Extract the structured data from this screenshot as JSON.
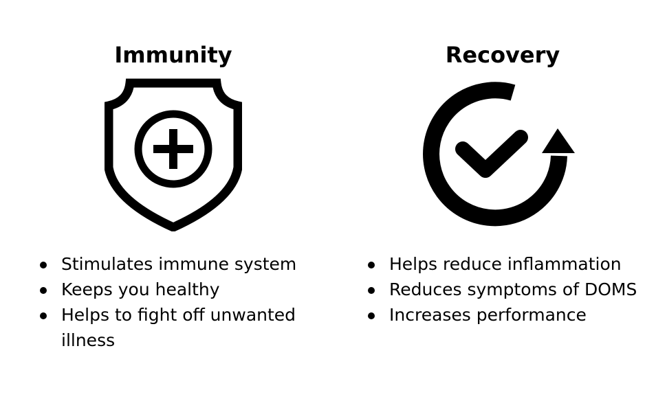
{
  "colors": {
    "ink": "#000000",
    "background": "#ffffff"
  },
  "immunity": {
    "title": "Immunity",
    "icon": "shield-plus-icon",
    "items": [
      "Stimulates immune system",
      "Keeps you healthy",
      "Helps to fight off unwanted illness"
    ]
  },
  "recovery": {
    "title": "Recovery",
    "icon": "circular-arrow-check-icon",
    "items": [
      "Helps reduce inflammation",
      "Reduces symptoms of DOMS",
      "Increases performance"
    ]
  }
}
